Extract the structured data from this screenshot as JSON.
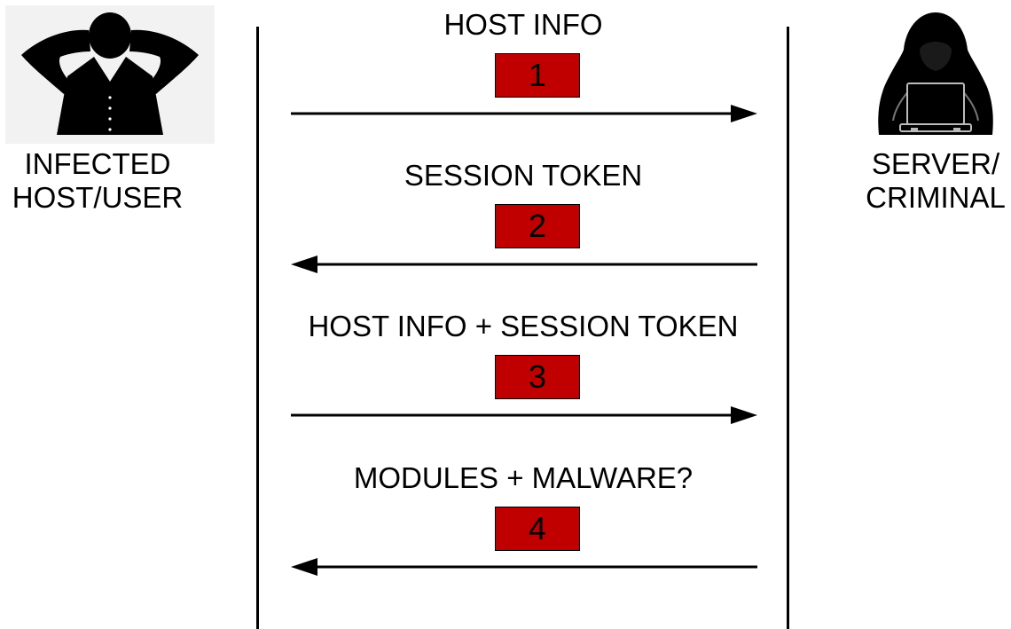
{
  "actors": {
    "left": {
      "label_line1": "INFECTED",
      "label_line2": "HOST/USER",
      "icon": "relaxed-person-silhouette-icon"
    },
    "right": {
      "label_line1": "SERVER/",
      "label_line2": "CRIMINAL",
      "icon": "hooded-hacker-laptop-icon"
    }
  },
  "messages": [
    {
      "label": "HOST INFO",
      "step": "1",
      "direction": "left-to-right"
    },
    {
      "label": "SESSION TOKEN",
      "step": "2",
      "direction": "right-to-left"
    },
    {
      "label": "HOST INFO + SESSION TOKEN",
      "step": "3",
      "direction": "left-to-right"
    },
    {
      "label": "MODULES + MALWARE?",
      "step": "4",
      "direction": "right-to-left"
    }
  ],
  "colors": {
    "step_box": "#c00000",
    "line": "#000000"
  }
}
